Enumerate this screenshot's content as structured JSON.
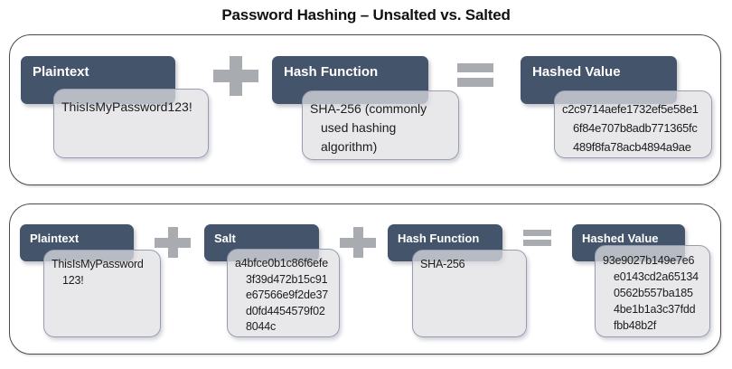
{
  "title": "Password Hashing – Unsalted vs. Salted",
  "colors": {
    "header_bg": "#44546A",
    "header_text": "#FFFFFF",
    "value_box_bg": "#E9E8EA",
    "value_box_border": "#959DAF",
    "operator": "#A8ABB0",
    "panel_border": "#4A4A4A",
    "text": "#1C1C1C",
    "title_text": "#111111"
  },
  "unsalted": {
    "groups": [
      {
        "label": "Plaintext",
        "value": "ThisIsMyPassword123!"
      },
      {
        "label": "Hash Function",
        "value": "SHA-256 (commonly\nused hashing\nalgorithm)"
      },
      {
        "label": "Hashed Value",
        "value": "c2c9714aefe1732ef5e58e1\n6f84e707b8adb771365fc\n489f8fa78acb4894a9ae"
      }
    ],
    "operators": [
      "plus",
      "equals"
    ]
  },
  "salted": {
    "groups": [
      {
        "label": "Plaintext",
        "value": "ThisIsMyPassword\n123!"
      },
      {
        "label": "Salt",
        "value": "a4bfce0b1c86f6efe\n3f39d472b15c91\ne67566e9f2de37\nd0fd4454579f02\n8044c"
      },
      {
        "label": "Hash Function",
        "value": "SHA-256"
      },
      {
        "label": "Hashed Value",
        "value": "93e9027b149e7e6\ne0143cd2a65134\n0562b557ba185\n4be1b1a3c37fdd\nfbb48b2f"
      }
    ],
    "operators": [
      "plus",
      "plus",
      "equals"
    ]
  }
}
